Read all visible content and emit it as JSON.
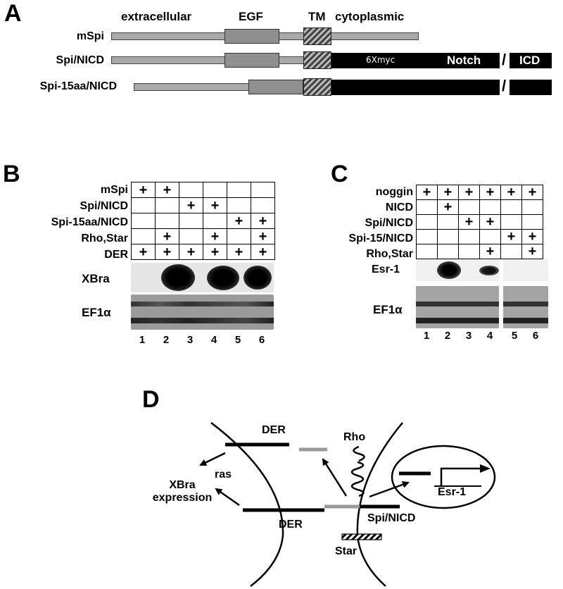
{
  "panel_a": {
    "letter": "A",
    "domain_headers": [
      "extracellular",
      "EGF",
      "TM",
      "cytoplasmic"
    ],
    "constructs": [
      "mSpi",
      "Spi/NICD",
      "Spi-15aa/NICD"
    ],
    "tag_label": "6Xmyc",
    "notch_label": "Notch",
    "slash": "/",
    "icd_label": "ICD"
  },
  "panel_b": {
    "letter": "B",
    "rows": [
      {
        "label": "mSpi",
        "marks": [
          "+",
          "+",
          "",
          "",
          "",
          ""
        ]
      },
      {
        "label": "Spi/NICD",
        "marks": [
          "",
          "",
          "+",
          "+",
          "",
          ""
        ]
      },
      {
        "label": "Spi-15aa/NICD",
        "marks": [
          "",
          "",
          "",
          "",
          "+",
          "+"
        ]
      },
      {
        "label": "Rho,Star",
        "marks": [
          "",
          "+",
          "",
          "+",
          "",
          "+"
        ]
      },
      {
        "label": "DER",
        "marks": [
          "+",
          "+",
          "+",
          "+",
          "+",
          "+"
        ]
      }
    ],
    "blot1_label": "XBra",
    "blot2_label": "EF1α",
    "lanes": [
      "1",
      "2",
      "3",
      "4",
      "5",
      "6"
    ]
  },
  "panel_c": {
    "letter": "C",
    "rows": [
      {
        "label": "noggin",
        "marks": [
          "+",
          "+",
          "+",
          "+",
          "+",
          "+"
        ]
      },
      {
        "label": "NICD",
        "marks": [
          "",
          "+",
          "",
          "",
          "",
          ""
        ]
      },
      {
        "label": "Spi/NICD",
        "marks": [
          "",
          "",
          "+",
          "+",
          "",
          ""
        ]
      },
      {
        "label": "Spi-15/NICD",
        "marks": [
          "",
          "",
          "",
          "",
          "+",
          "+"
        ]
      },
      {
        "label": "Rho,Star",
        "marks": [
          "",
          "",
          "",
          "+",
          "",
          "+"
        ]
      }
    ],
    "blot1_label": "Esr-1",
    "blot2_label": "EF1α",
    "lanes": [
      "1",
      "2",
      "3",
      "4",
      "5",
      "6"
    ]
  },
  "panel_d": {
    "letter": "D",
    "labels": {
      "der_top": "DER",
      "der_bottom": "DER",
      "ras": "ras",
      "xbra_line1": "XBra",
      "xbra_line2": "expression",
      "rho": "Rho",
      "spi_nicd": "Spi/NICD",
      "star": "Star",
      "esr1": "Esr-1"
    }
  }
}
